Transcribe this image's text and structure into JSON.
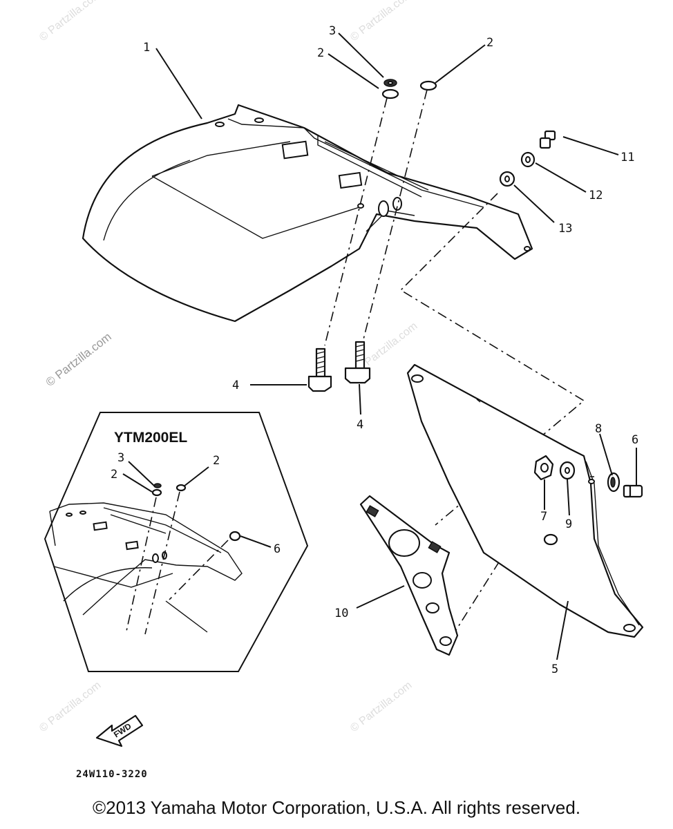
{
  "diagram": {
    "inset_title": "YTM200EL",
    "reference_code": "24W110-3220",
    "fwd_arrow_label": "FWD",
    "watermark_text": "© Partzilla.com",
    "callouts": {
      "c1": "1",
      "c2a": "2",
      "c2b": "2",
      "c3": "3",
      "c4a": "4",
      "c4b": "4",
      "c5": "5",
      "c6": "6",
      "c7": "7",
      "c8": "8",
      "c9": "9",
      "c10": "10",
      "c11": "11",
      "c12": "12",
      "c13": "13",
      "inset_c2a": "2",
      "inset_c2b": "2",
      "inset_c3": "3",
      "inset_c6": "6"
    }
  },
  "footer": {
    "copyright": "©2013 Yamaha Motor Corporation, U.S.A. All rights reserved."
  }
}
